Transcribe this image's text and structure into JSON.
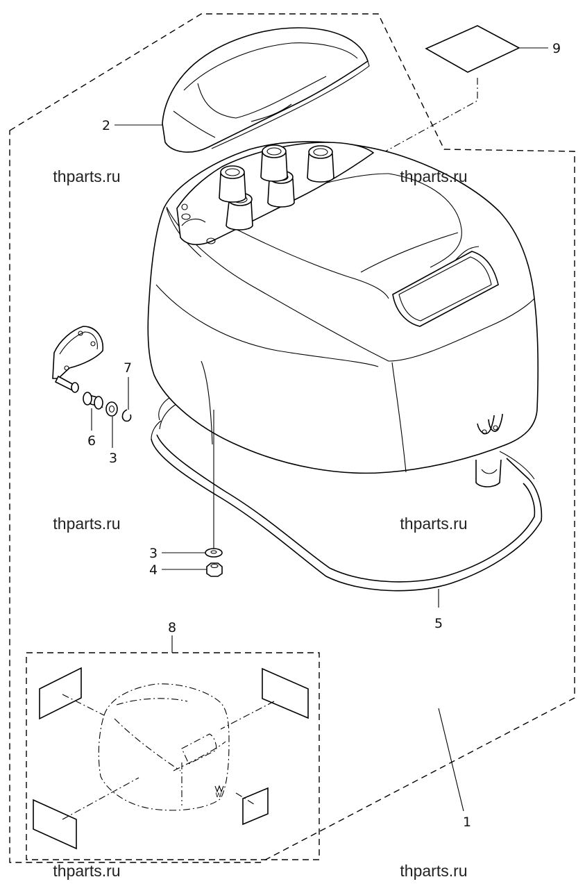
{
  "callouts": {
    "p1": "1",
    "p2": "2",
    "p3a": "3",
    "p3b": "3",
    "p4": "4",
    "p5": "5",
    "p6": "6",
    "p7": "7",
    "p8": "8",
    "p9": "9"
  },
  "watermarks": [
    "thparts.ru",
    "thparts.ru",
    "thparts.ru",
    "thparts.ru",
    "thparts.ru",
    "thparts.ru"
  ],
  "emblem_text": "W"
}
